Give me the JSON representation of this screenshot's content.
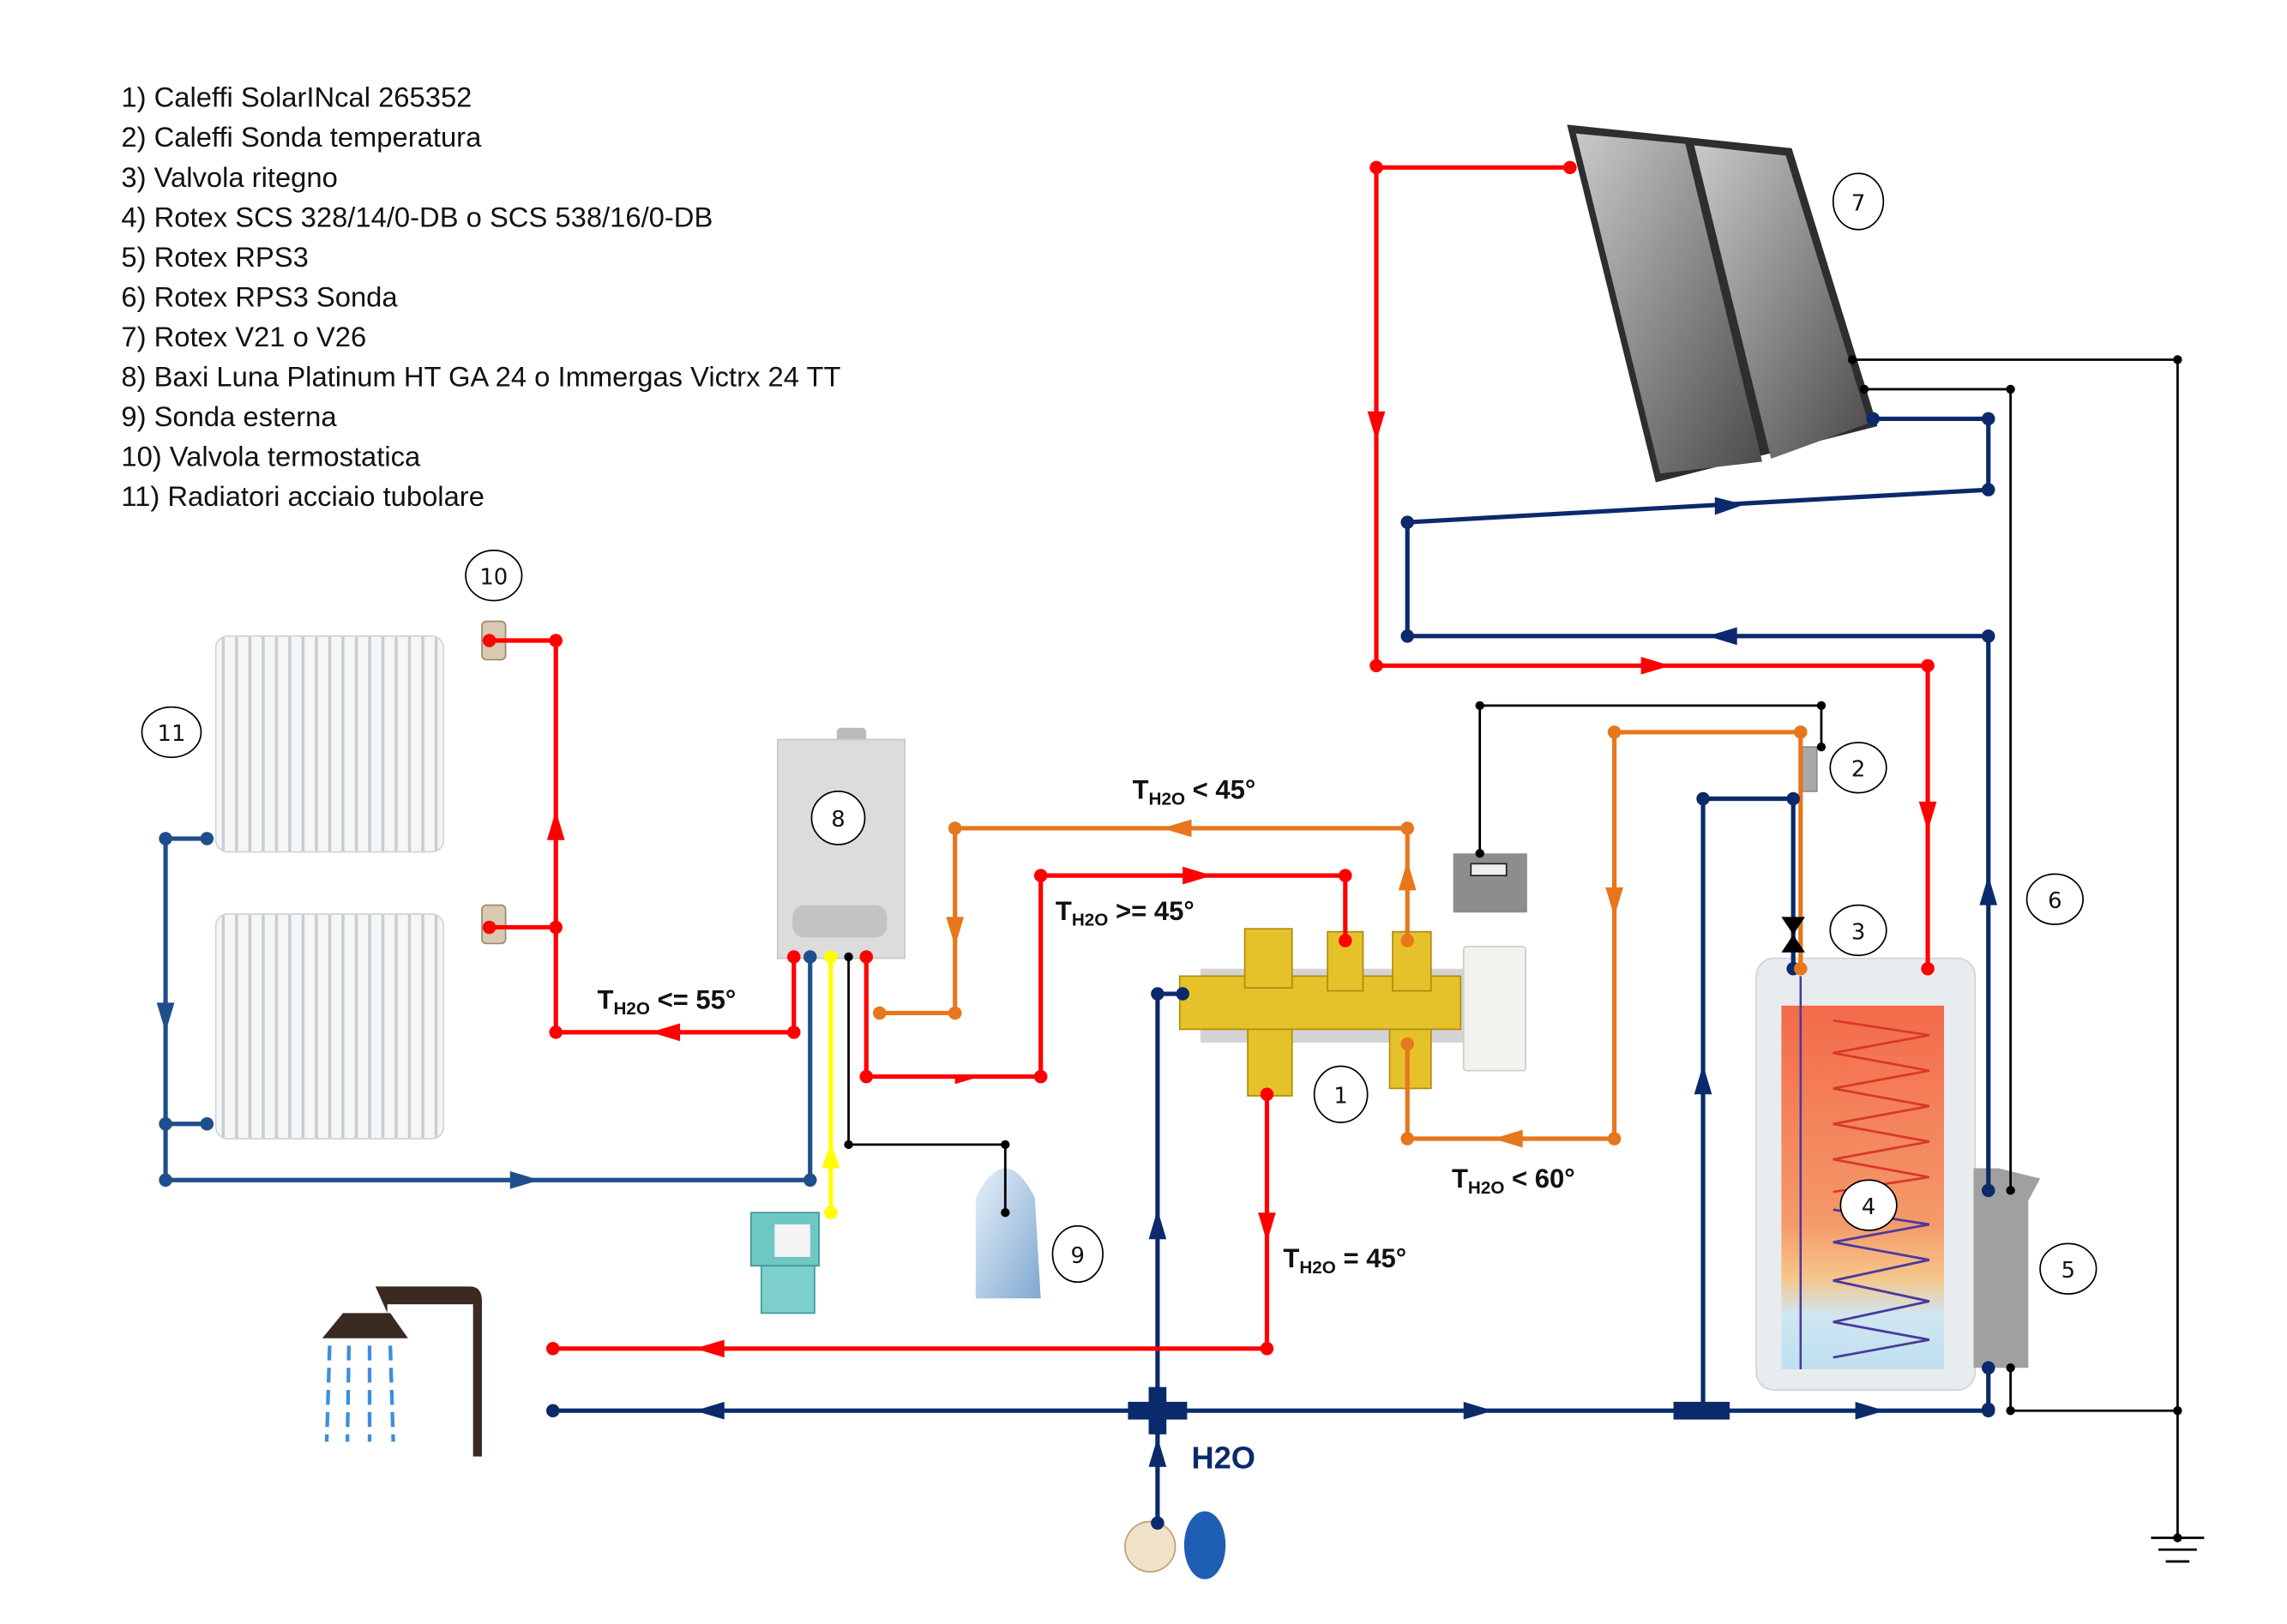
{
  "legend": {
    "items": [
      "1) Caleffi SolarINcal 265352",
      "2) Caleffi Sonda temperatura",
      "3) Valvola ritegno",
      "4) Rotex SCS 328/14/0-DB o SCS 538/16/0-DB",
      "5) Rotex RPS3",
      "6) Rotex RPS3 Sonda",
      "7) Rotex V21 o V26",
      "8) Baxi Luna Platinum HT GA 24 o Immergas Victrx 24 TT",
      "9) Sonda esterna",
      "10) Valvola termostatica",
      "11) Radiatori acciaio tubolare"
    ]
  },
  "callouts": {
    "c1": "1",
    "c2": "2",
    "c3": "3",
    "c4": "4",
    "c5": "5",
    "c6": "6",
    "c7": "7",
    "c8": "8",
    "c9": "9",
    "c10": "10",
    "c11": "11"
  },
  "temperature_labels": {
    "lt45": {
      "prefix": "T",
      "sub": "H2O",
      "suffix": " < 45°"
    },
    "ge45": {
      "prefix": "T",
      "sub": "H2O",
      "suffix": " >= 45°"
    },
    "le55": {
      "prefix": "T",
      "sub": "H2O",
      "suffix": " <= 55°"
    },
    "lt60": {
      "prefix": "T",
      "sub": "H2O",
      "suffix": " < 60°"
    },
    "eq45": {
      "prefix": "T",
      "sub": "H2O",
      "suffix": " = 45°"
    }
  },
  "water_inlet_label": "H2O",
  "colors": {
    "hot": "#ff0000",
    "cold": "#0a2a6b",
    "radiator_return": "#1f4e8c",
    "mixed": "#e8761c",
    "gas": "#ffff00",
    "signal": "#000000"
  }
}
